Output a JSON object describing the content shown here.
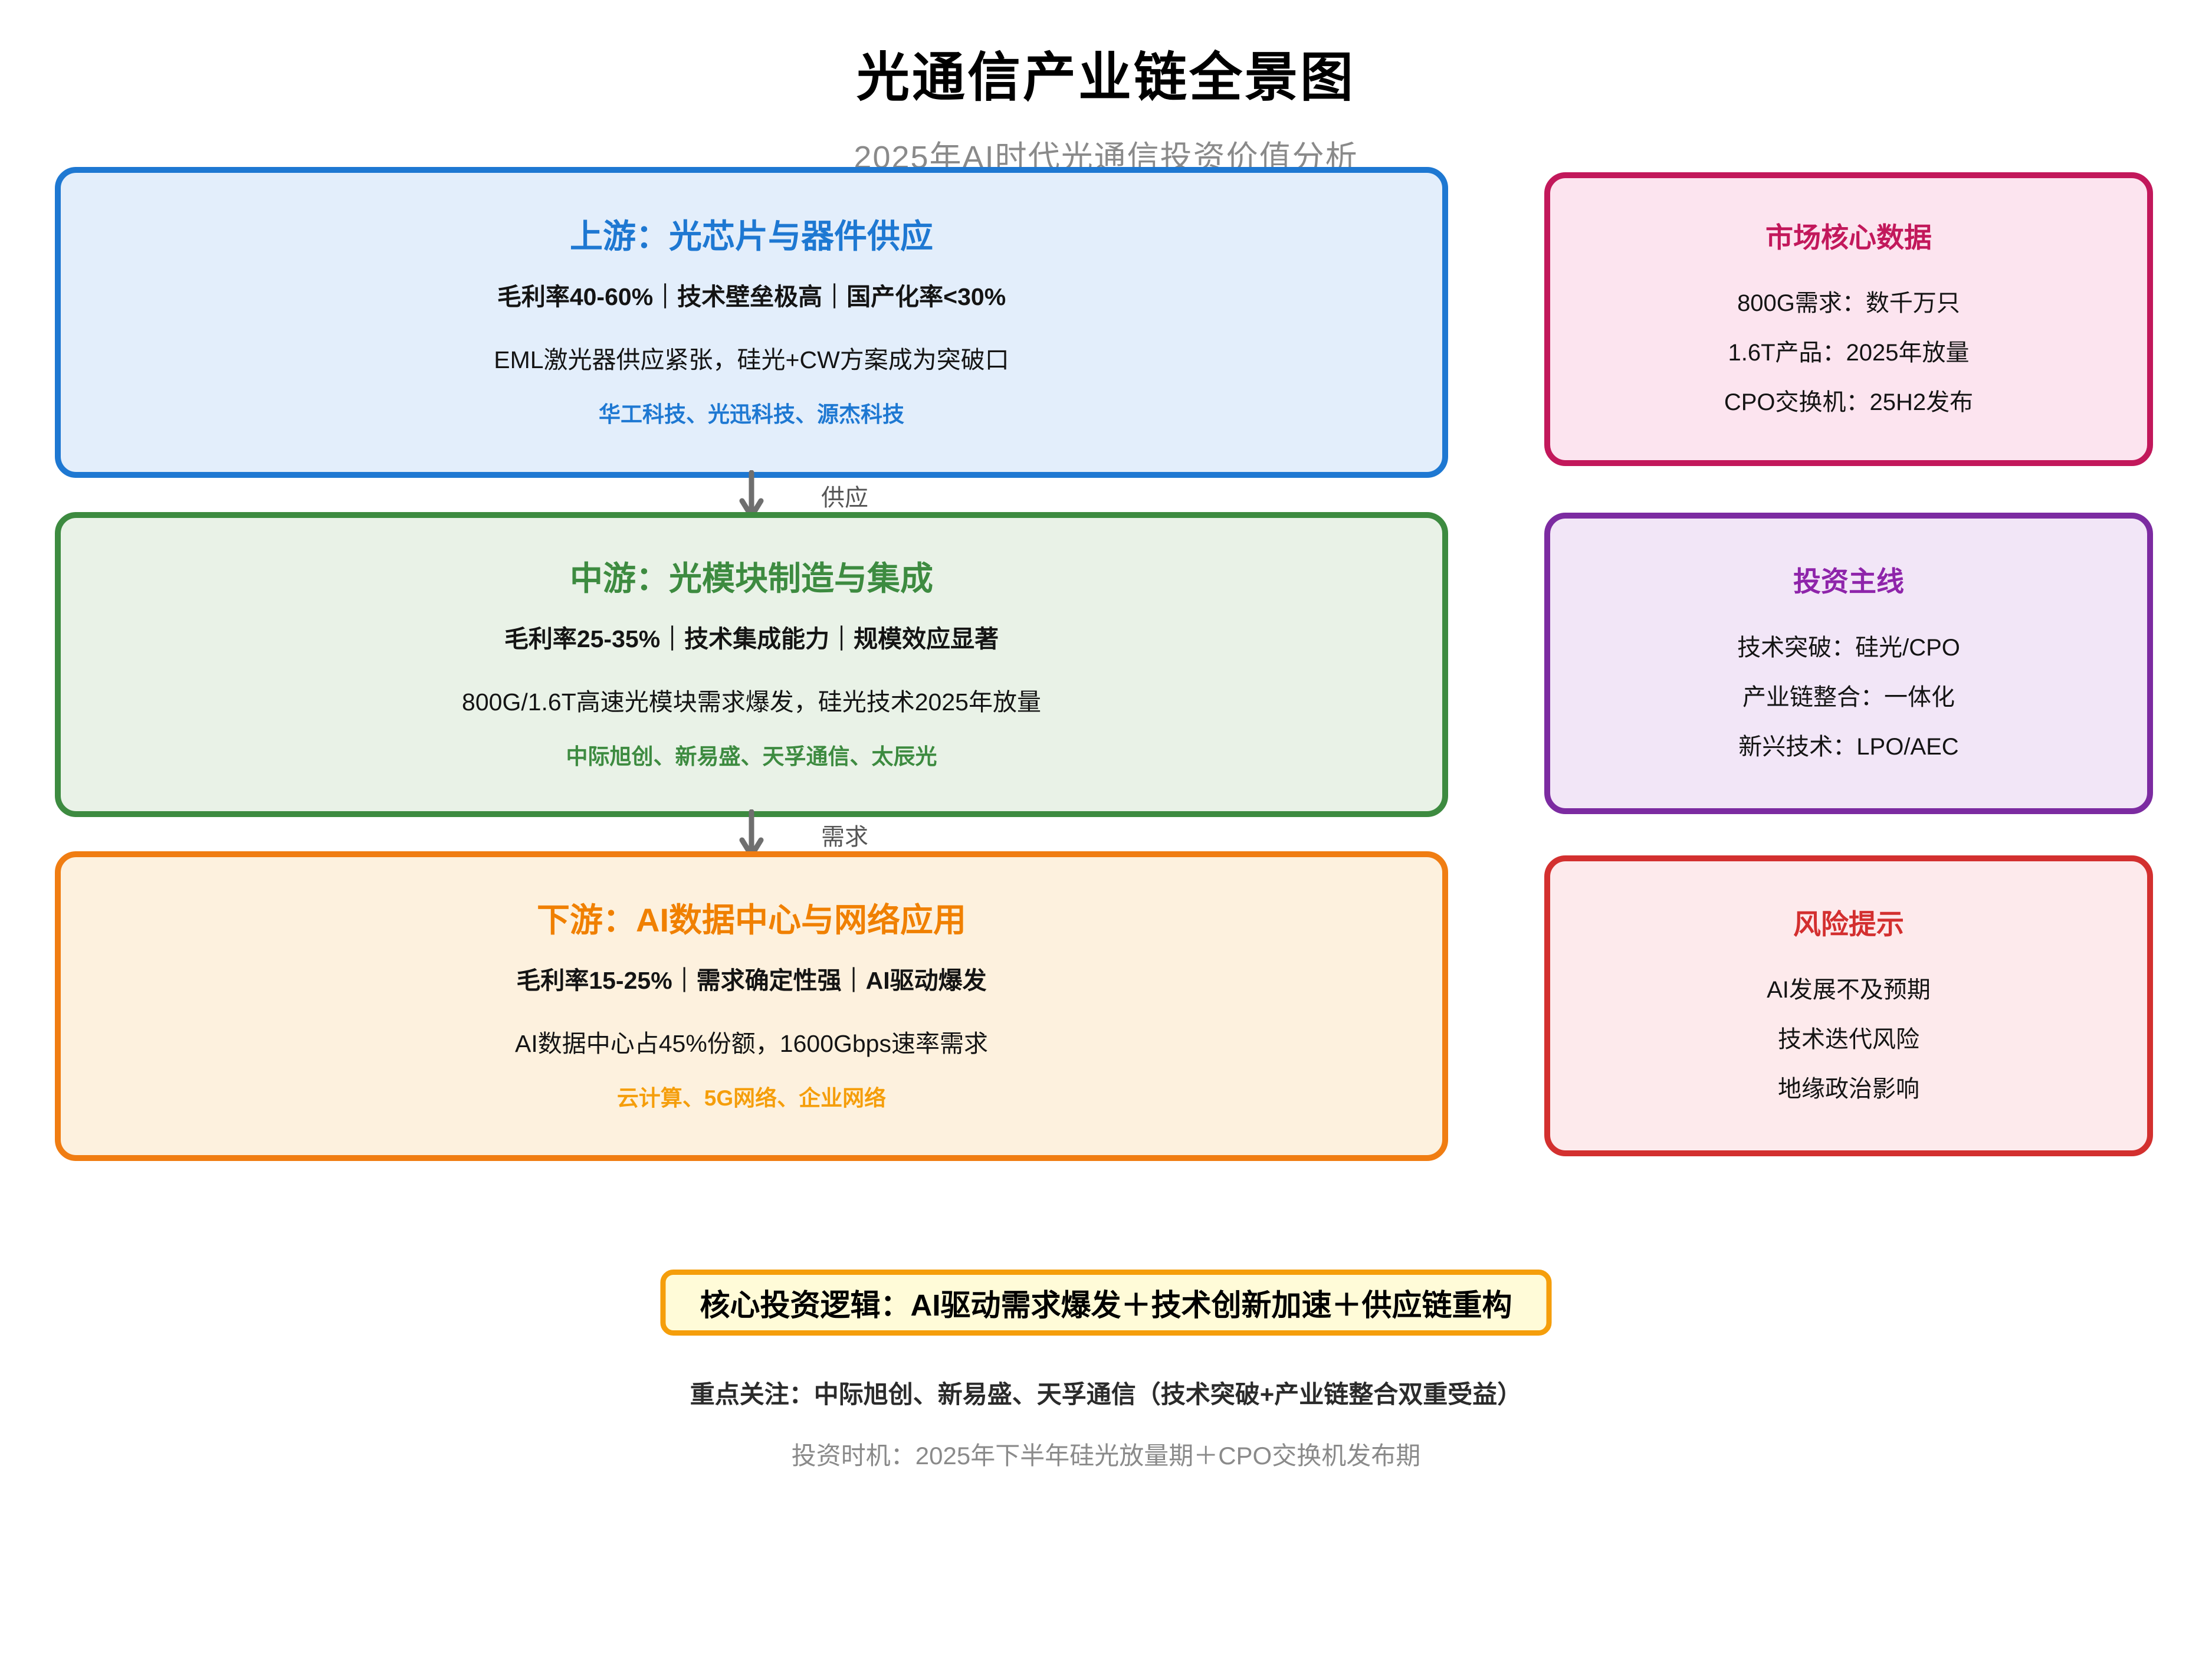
{
  "page": {
    "title": "光通信产业链全景图",
    "subtitle": "2025年AI时代光通信投资价值分析"
  },
  "chain": [
    {
      "title": "上游：光芯片与器件供应",
      "stats": "毛利率40-60%｜技术壁垒极高｜国产化率<30%",
      "desc": "EML激光器供应紧张，硅光+CW方案成为突破口",
      "companies": "华工科技、光迅科技、源杰科技"
    },
    {
      "title": "中游：光模块制造与集成",
      "stats": "毛利率25-35%｜技术集成能力｜规模效应显著",
      "desc": "800G/1.6T高速光模块需求爆发，硅光技术2025年放量",
      "companies": "中际旭创、新易盛、天孚通信、太辰光"
    },
    {
      "title": "下游：AI数据中心与网络应用",
      "stats": "毛利率15-25%｜需求确定性强｜AI驱动爆发",
      "desc": "AI数据中心占45%份额，1600Gbps速率需求",
      "companies": "云计算、5G网络、企业网络"
    }
  ],
  "arrows": [
    {
      "label": "供应"
    },
    {
      "label": "需求"
    }
  ],
  "side": [
    {
      "title": "市场核心数据",
      "lines": [
        "800G需求：数千万只",
        "1.6T产品：2025年放量",
        "CPO交换机：25H2发布"
      ]
    },
    {
      "title": "投资主线",
      "lines": [
        "技术突破：硅光/CPO",
        "产业链整合：一体化",
        "新兴技术：LPO/AEC"
      ]
    },
    {
      "title": "风险提示",
      "lines": [
        "AI发展不及预期",
        "技术迭代风险",
        "地缘政治影响"
      ]
    }
  ],
  "footer": {
    "logic": "核心投资逻辑：AI驱动需求爆发＋技术创新加速＋供应链重构",
    "focus": "重点关注：中际旭创、新易盛、天孚通信（技术突破+产业链整合双重受益）",
    "timing": "投资时机：2025年下半年硅光放量期＋CPO交换机发布期"
  },
  "colors": {
    "upstream_accent": "#1e78d2",
    "midstream_accent": "#3d8b40",
    "downstream_accent": "#f07d12",
    "market_accent": "#c2185b",
    "themes_accent": "#8e24aa",
    "risk_accent": "#d32f2f",
    "logic_border": "#f59e0b",
    "arrow_gray": "#6f6f6f"
  }
}
